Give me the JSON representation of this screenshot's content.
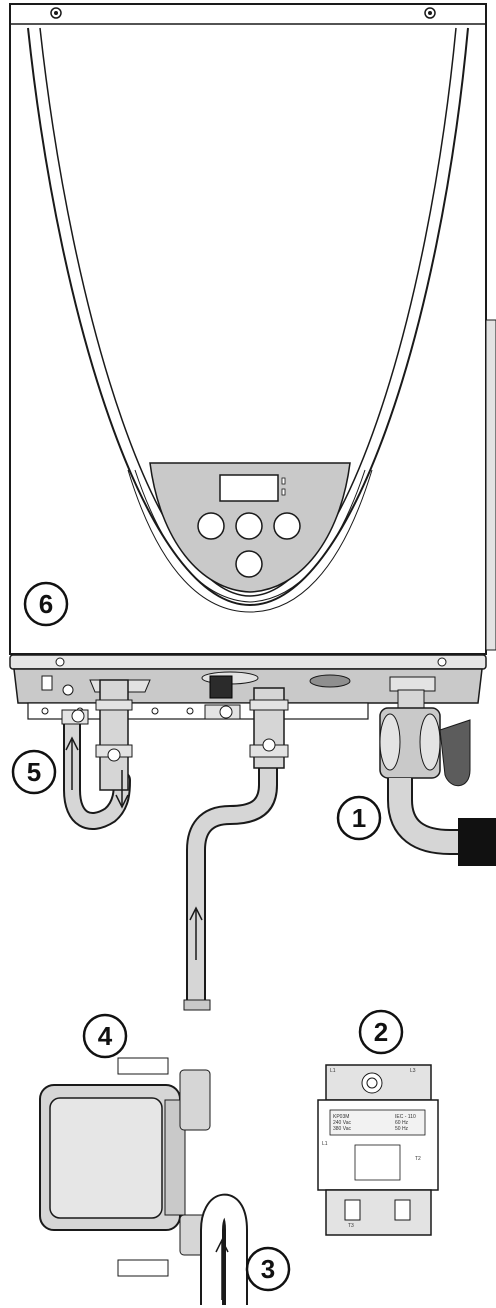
{
  "callouts": [
    {
      "id": "1",
      "label": "1"
    },
    {
      "id": "2",
      "label": "2"
    },
    {
      "id": "3",
      "label": "3"
    },
    {
      "id": "4",
      "label": "4"
    },
    {
      "id": "5",
      "label": "5"
    },
    {
      "id": "6",
      "label": "6"
    }
  ],
  "controller_label": {
    "l1_top": "L1",
    "l3_top": "L3",
    "l1_mid": "L1",
    "t2": "T2",
    "t3": "T3",
    "spec_col1_line1": "KP03M",
    "spec_col1_line2": "240 Vac",
    "spec_col1_line3": "380 Vac",
    "spec_col2_line1": "IEC - 110",
    "spec_col2_line2": "60 Hz",
    "spec_col2_line3": "50 Hz"
  },
  "colors": {
    "line": "#1a1a1a",
    "panel": "#c9c9c9",
    "pipe": "#d6d6d6",
    "black_pipe": "#111111"
  }
}
